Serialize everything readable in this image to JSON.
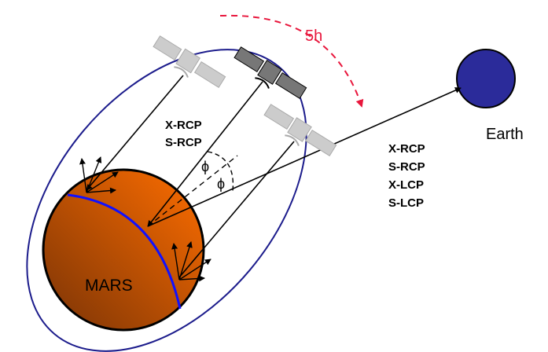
{
  "labels": {
    "planet": "MARS",
    "earth": "Earth",
    "time": "5h",
    "phi1": "ϕ",
    "phi2": "ϕ",
    "left_modes": [
      "X-RCP",
      "S-RCP"
    ],
    "right_modes": [
      "X-RCP",
      "S-RCP",
      "X-LCP",
      "S-LCP"
    ]
  },
  "colors": {
    "mars_light": "#f46a00",
    "mars_dark": "#8a3a05",
    "orbit": "#1c1c8c",
    "meridian": "#1010ff",
    "earth": "#2b2b9a",
    "arrow_red": "#e8163c",
    "sat_gray": "#cccccc",
    "sat_dark": "#7a7a7a"
  }
}
